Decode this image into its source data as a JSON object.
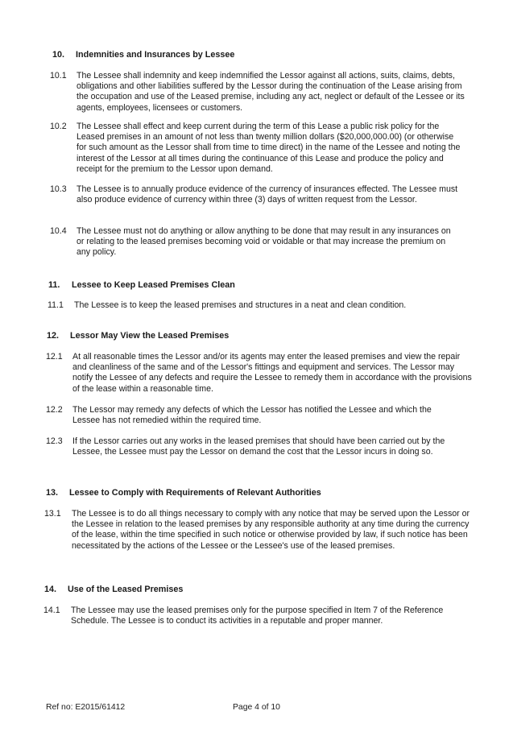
{
  "sections": [
    {
      "number": "10.",
      "title": "Indemnities and Insurances by Lessee",
      "clauses": [
        {
          "number": "10.1",
          "text": "The Lessee shall indemnity and keep indemnified the Lessor against all actions, suits, claims, debts, obligations and other liabilities suffered by the Lessor during the continuation of the Lease arising from the occupation and use of the Leased premise, including any act, neglect or default of the Lessee or its agents, employees, licensees or customers."
        },
        {
          "number": "10.2",
          "text": "The Lessee shall effect and keep current during the term of this Lease a public risk policy for the Leased premises in an amount of not less than twenty million dollars ($20,000,000.00) (or otherwise for such amount as the Lessor shall from time to time direct) in the name of the Lessee and noting the interest of the Lessor at all times during the continuance of this Lease and produce the policy and receipt for the premium to the Lessor upon demand."
        },
        {
          "number": "10.3",
          "text": "The Lessee is to annually produce evidence of the currency of insurances effected.  The Lessee must also produce evidence of currency within three (3) days of written request from the Lessor."
        },
        {
          "number": "10.4",
          "text": "The Lessee must not do anything or allow anything to be done that may result in any insurances on or relating to the leased premises becoming void or voidable or that may increase the premium on any policy."
        }
      ]
    },
    {
      "number": "11.",
      "title": "Lessee to Keep Leased Premises Clean",
      "clauses": [
        {
          "number": "11.1",
          "text": "The Lessee is to keep the leased premises and structures in a neat and clean condition."
        }
      ]
    },
    {
      "number": "12.",
      "title": "Lessor May View the Leased Premises",
      "clauses": [
        {
          "number": "12.1",
          "text": "At all reasonable times the Lessor and/or its agents may enter the leased premises and view the repair and cleanliness of the same and of the Lessor's fittings and equipment and services. The Lessor may notify the Lessee of any defects and require the Lessee to remedy them in accordance with the provisions of the lease within a reasonable time."
        },
        {
          "number": "12.2",
          "text": "The Lessor may remedy any defects of which the Lessor has notified the Lessee and which the Lessee has not remedied within the required time."
        },
        {
          "number": "12.3",
          "text": "If the Lessor carries out any works in the leased premises that should have been carried out by the Lessee, the Lessee must pay the Lessor on demand the cost that the Lessor incurs in doing so."
        }
      ]
    },
    {
      "number": "13.",
      "title": "Lessee to Comply with Requirements of Relevant Authorities",
      "clauses": [
        {
          "number": "13.1",
          "text": "The Lessee is to do all things necessary to comply with any notice that may be served upon the Lessor or the Lessee in relation to the leased premises by any responsible authority at any time during the currency of the lease, within the time specified in such notice or otherwise provided by law, if such notice has been necessitated by the actions of the Lessee or the Lessee's use of the leased premises."
        }
      ]
    },
    {
      "number": "14.",
      "title": "Use of the Leased Premises",
      "clauses": [
        {
          "number": "14.1",
          "text": "The Lessee may use the leased premises only for the purpose specified in Item 7 of the Reference Schedule.  The Lessee is to conduct its activities in a reputable and proper manner."
        }
      ]
    }
  ],
  "footer": {
    "reference": "Ref no: E2015/61412",
    "page": "Page 4 of 10"
  }
}
